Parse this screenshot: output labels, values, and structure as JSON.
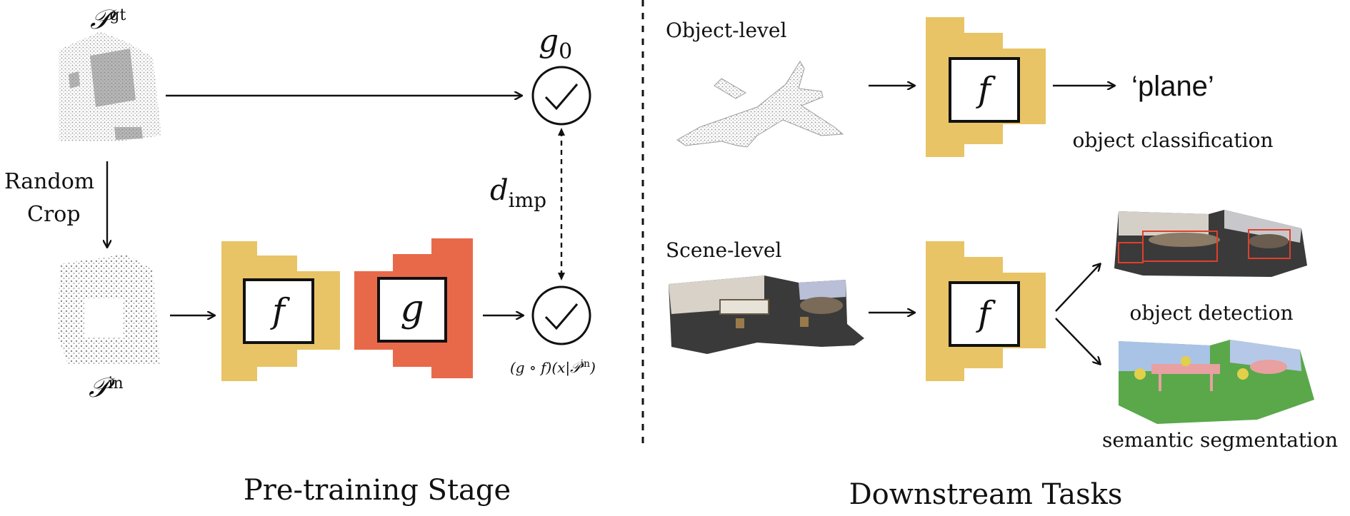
{
  "pretrain": {
    "title": "Pre-training Stage",
    "gt_label_main": "𝒫",
    "gt_label_sup": "gt",
    "in_label_main": "𝒫",
    "in_label_sup": "in",
    "crop_line1": "Random",
    "crop_line2": "Crop",
    "encoder_symbol": "f",
    "decoder_symbol": "g",
    "g0_main": "g",
    "g0_sub": "0",
    "dist_main": "d",
    "dist_sub": "imp",
    "composed_formula": "(g ∘ f)(x|𝒫",
    "composed_sup": "in",
    "composed_close": ")"
  },
  "downstream": {
    "title": "Downstream Tasks",
    "object_level_label": "Object-level",
    "scene_level_label": "Scene-level",
    "encoder_symbol": "f",
    "class_output": "‘plane’",
    "object_classification_label": "object classification",
    "object_detection_label": "object detection",
    "semantic_segmentation_label": "semantic segmentation"
  },
  "colors": {
    "encoder": "#E8C466",
    "decoder": "#E8694A",
    "ink": "#111111"
  },
  "icons": {
    "function_circle": "function-icon",
    "point_cloud": "point-cloud-icon",
    "airplane": "airplane-point-cloud-icon",
    "scene": "scene-point-cloud-icon"
  }
}
